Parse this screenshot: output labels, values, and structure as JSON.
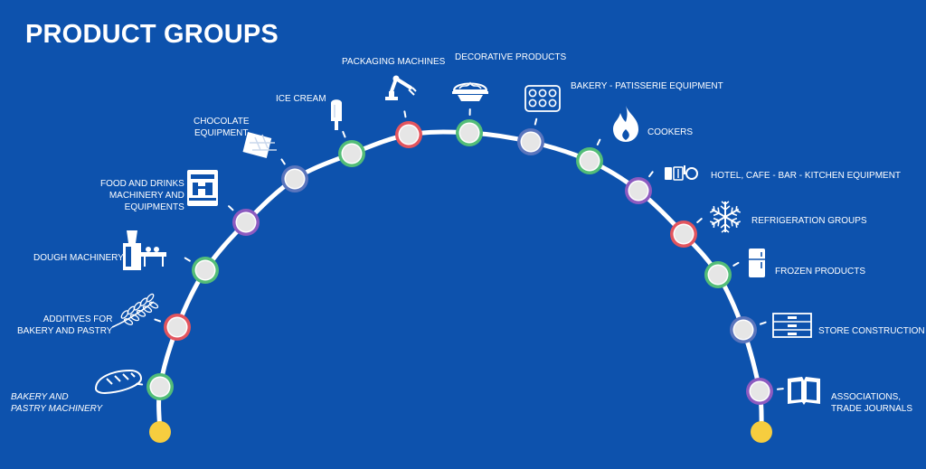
{
  "title": "PRODUCT GROUPS",
  "colors": {
    "background": "#0d52ad",
    "arc": "#ffffff",
    "endpoint": "#f6cd3f",
    "green": "#53bd78",
    "purple": "#8d5bc0",
    "red": "#e2555e",
    "blue": "#5a75bd"
  },
  "items": [
    {
      "lines": [
        "BAKERY AND",
        "PASTRY MACHINERY"
      ],
      "icon": "bread-icon",
      "ring": "green"
    },
    {
      "lines": [
        "ADDITIVES FOR",
        "BAKERY AND PASTRY"
      ],
      "icon": "wheat-icon",
      "ring": "red"
    },
    {
      "lines": [
        "DOUGH MACHINERY"
      ],
      "icon": "dough-machine-icon",
      "ring": "green"
    },
    {
      "lines": [
        "FOOD AND DRINKS",
        "MACHINERY AND",
        "EQUIPMENTS"
      ],
      "icon": "coffee-machine-icon",
      "ring": "purple"
    },
    {
      "lines": [
        "CHOCOLATE",
        "EQUIPMENT"
      ],
      "icon": "chocolate-bar-icon",
      "ring": "blue"
    },
    {
      "lines": [
        "ICE CREAM"
      ],
      "icon": "ice-cream-icon",
      "ring": "green"
    },
    {
      "lines": [
        "PACKAGING MACHINES"
      ],
      "icon": "robot-arm-icon",
      "ring": "red"
    },
    {
      "lines": [
        "DECORATIVE PRODUCTS"
      ],
      "icon": "cake-icon",
      "ring": "green"
    },
    {
      "lines": [
        "BAKERY - PATISSERIE EQUIPMENT"
      ],
      "icon": "baking-tray-icon",
      "ring": "blue"
    },
    {
      "lines": [
        "COOKERS"
      ],
      "icon": "flame-icon",
      "ring": "green"
    },
    {
      "lines": [
        "HOTEL, CAFE - BAR - KITCHEN EQUIPMENT"
      ],
      "icon": "kitchen-tools-icon",
      "ring": "purple"
    },
    {
      "lines": [
        "REFRIGERATION GROUPS"
      ],
      "icon": "snowflake-icon",
      "ring": "red"
    },
    {
      "lines": [
        "FROZEN PRODUCTS"
      ],
      "icon": "freezer-icon",
      "ring": "green"
    },
    {
      "lines": [
        "STORE CONSTRUCTION"
      ],
      "icon": "drawers-icon",
      "ring": "blue"
    },
    {
      "lines": [
        "ASSOCIATIONS,",
        "TRADE JOURNALS"
      ],
      "icon": "book-icon",
      "ring": "purple"
    }
  ]
}
